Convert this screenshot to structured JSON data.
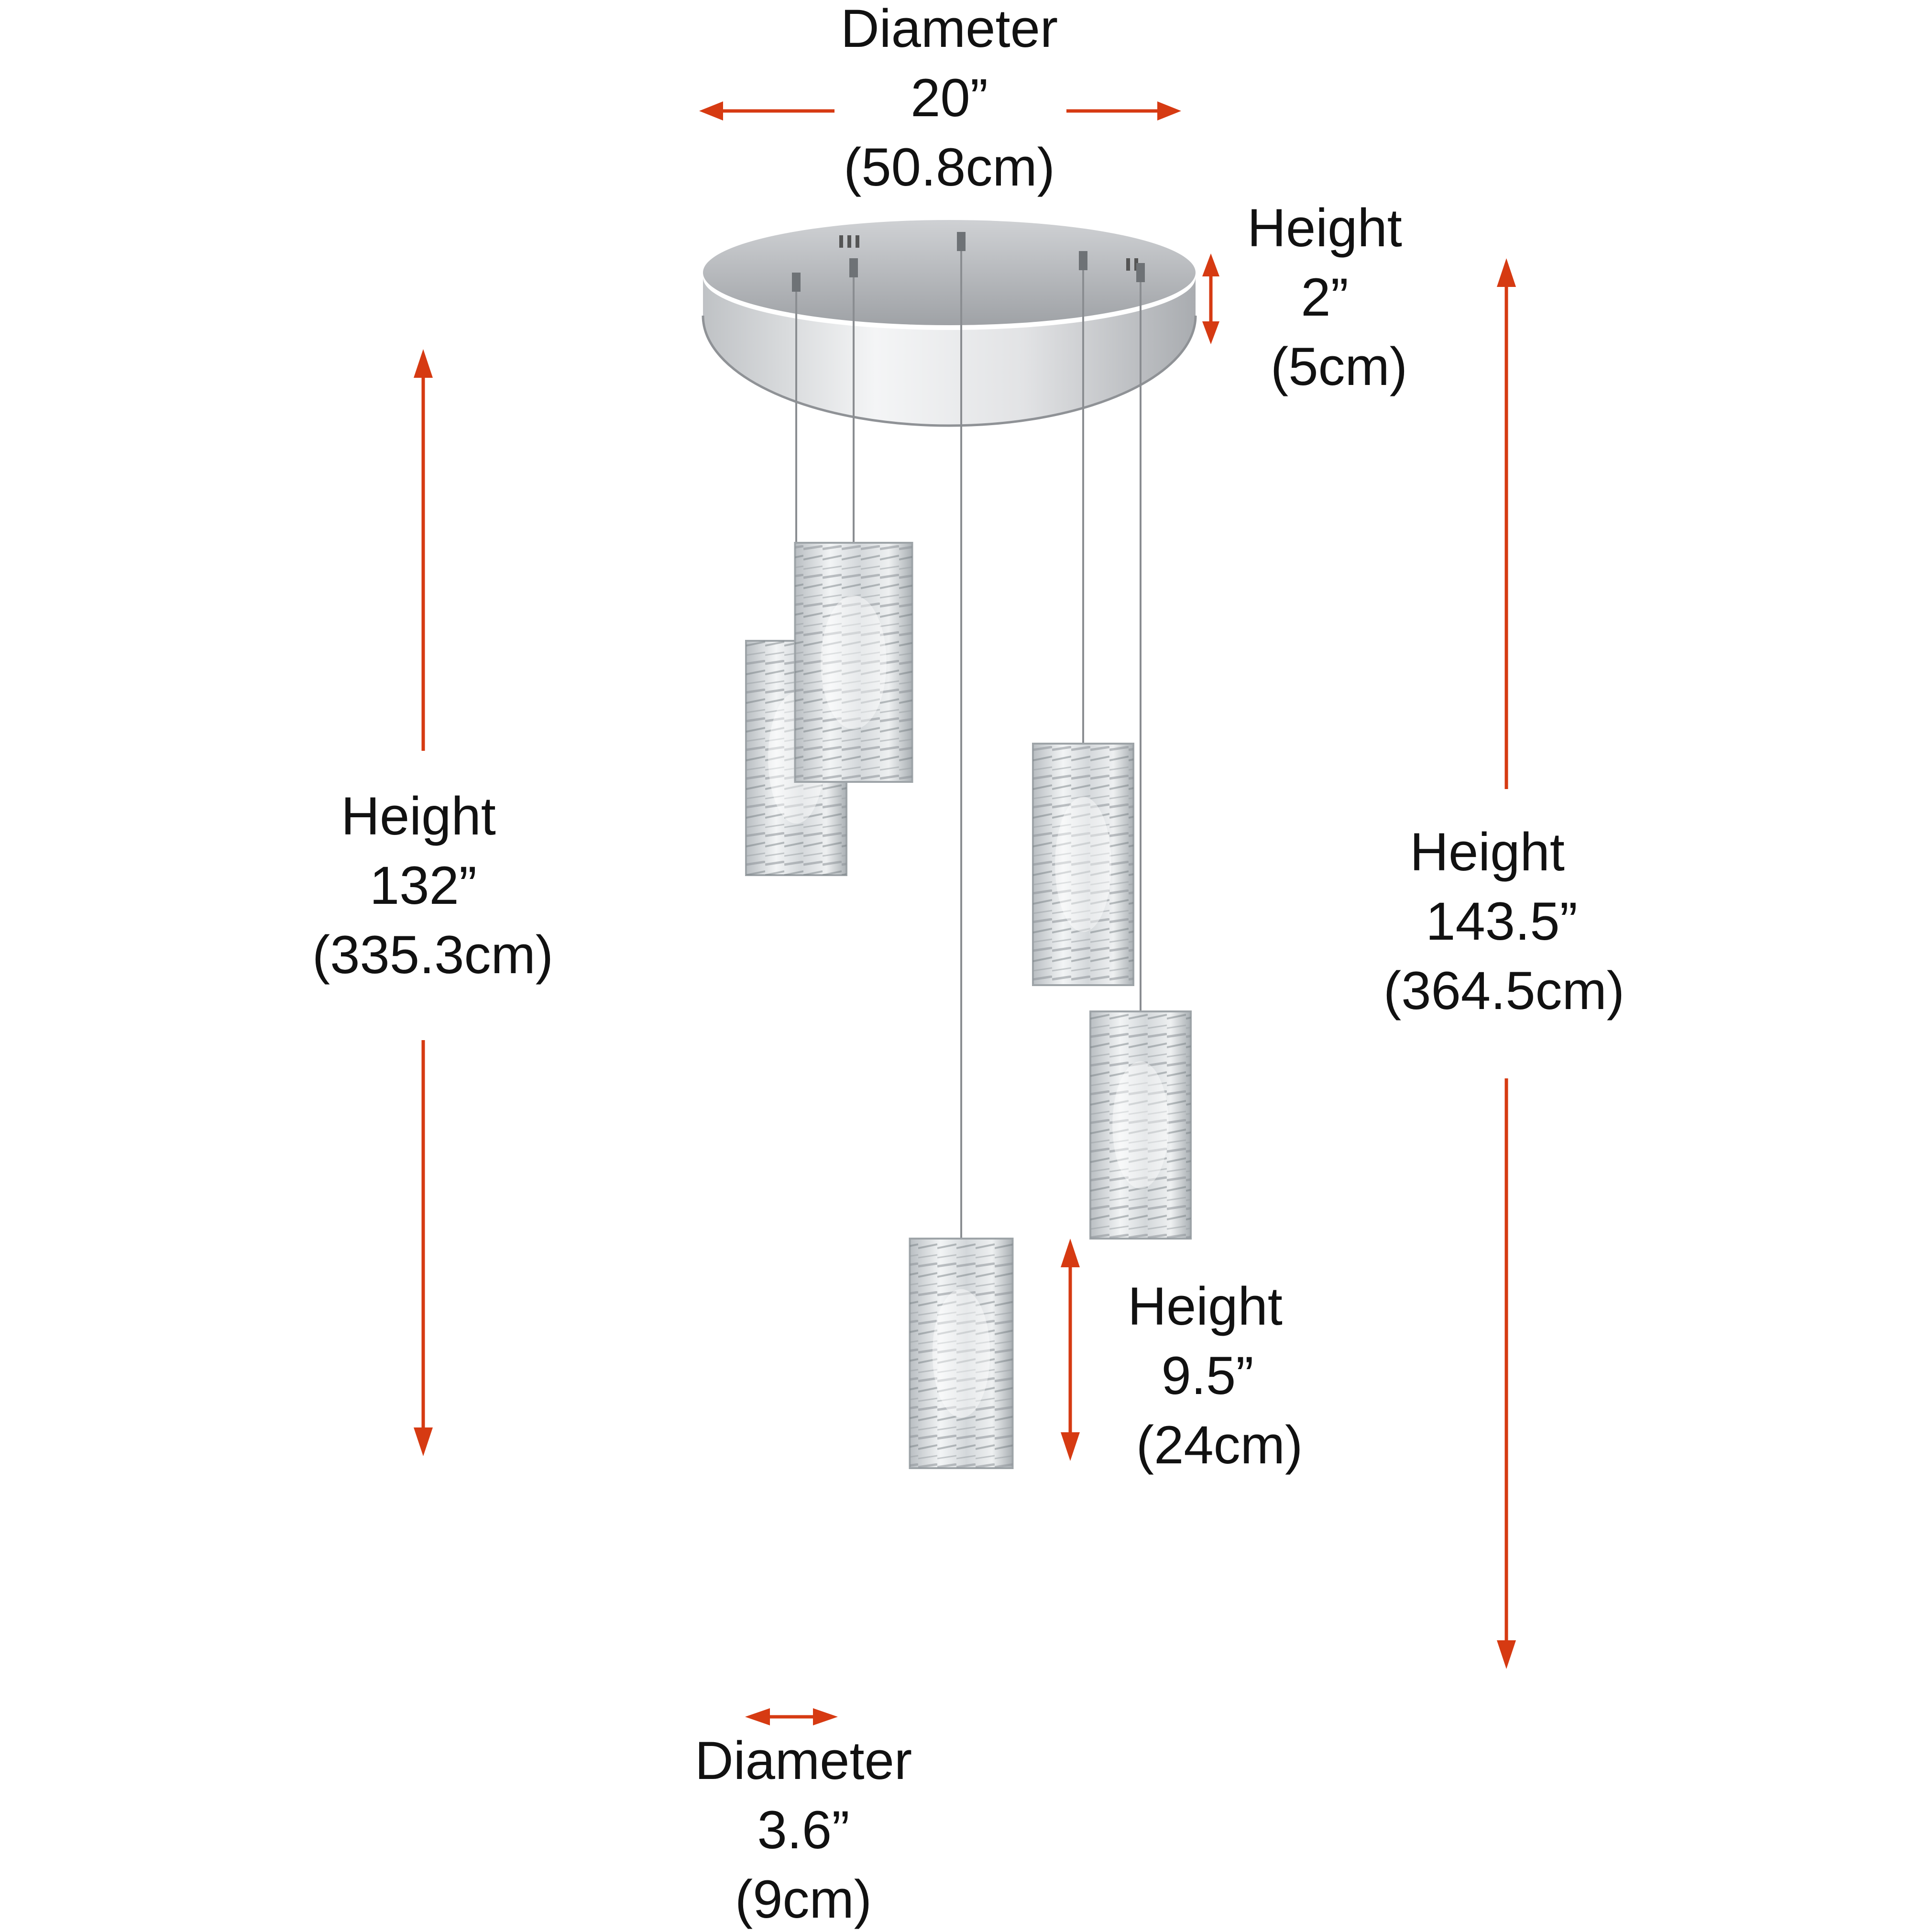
{
  "colors": {
    "arrow": "#d63a12",
    "text": "#111111",
    "chrome": "#d9dadc",
    "crystal": "#cfd3d6"
  },
  "dimensions": {
    "canopy_diameter": {
      "label": "Diameter",
      "value": "20”",
      "metric": "(50.8cm)"
    },
    "canopy_height": {
      "label": "Height",
      "value": "2”",
      "metric": "(5cm)"
    },
    "drop_height_left": {
      "label": "Height",
      "value": "132”",
      "metric": "(335.3cm)"
    },
    "overall_height_right": {
      "label": "Height",
      "value": "143.5”",
      "metric": "(364.5cm)"
    },
    "pendant_height": {
      "label": "Height",
      "value": "9.5”",
      "metric": "(24cm)"
    },
    "pendant_diameter": {
      "label": "Diameter",
      "value": "3.6”",
      "metric": "(9cm)"
    }
  },
  "icons": [
    "canopy-icon",
    "crystal-pendant-icon",
    "suspension-cable-icon"
  ]
}
